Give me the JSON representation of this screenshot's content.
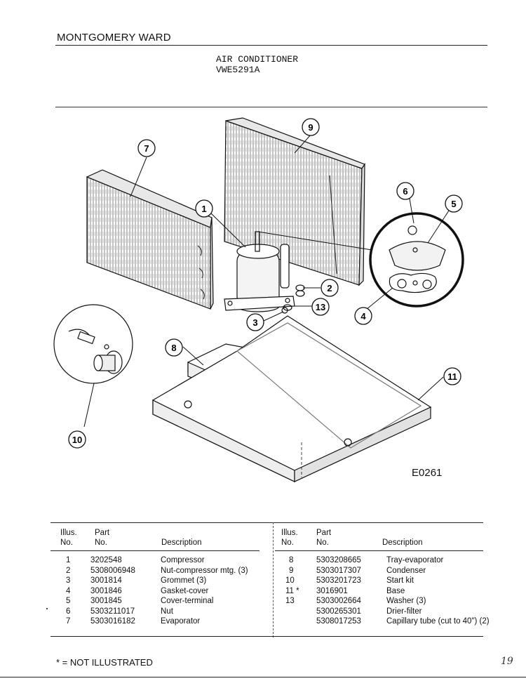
{
  "header": {
    "brand": "MONTGOMERY WARD",
    "title": "AIR CONDITIONER",
    "model": "VWE5291A"
  },
  "diagram": {
    "code": "E0261",
    "callouts": [
      "1",
      "2",
      "3",
      "4",
      "5",
      "6",
      "7",
      "8",
      "9",
      "10",
      "11",
      "13"
    ]
  },
  "parts_table": {
    "headers": {
      "illus_top": "Illus.",
      "illus_bottom": "No.",
      "part_top": "Part",
      "part_bottom": "No.",
      "description": "Description"
    },
    "left_rows": [
      {
        "illus": "1",
        "part": "3202548",
        "desc": "Compressor"
      },
      {
        "illus": "2",
        "part": "5308006948",
        "desc": "Nut-compressor mtg. (3)"
      },
      {
        "illus": "3",
        "part": "3001814",
        "desc": "Grommet (3)"
      },
      {
        "illus": "4",
        "part": "3001846",
        "desc": "Gasket-cover"
      },
      {
        "illus": "5",
        "part": "3001845",
        "desc": "Cover-terminal"
      },
      {
        "illus": "6",
        "part": "5303211017",
        "desc": "Nut"
      },
      {
        "illus": "7",
        "part": "5303016182",
        "desc": "Evaporator"
      }
    ],
    "right_rows": [
      {
        "illus": "8",
        "part": "5303208665",
        "desc": "Tray-evaporator"
      },
      {
        "illus": "9",
        "part": "5303017307",
        "desc": "Condenser"
      },
      {
        "illus": "10",
        "part": "5303201723",
        "desc": "Start kit"
      },
      {
        "illus": "11 *",
        "part": "3016901",
        "desc": "Base"
      },
      {
        "illus": "13",
        "part": "5303002664",
        "desc": "Washer (3)"
      },
      {
        "illus": "",
        "part": "5300265301",
        "desc": "Drier-filter"
      },
      {
        "illus": "",
        "part": "5308017253",
        "desc": "Capillary tube (cut to 40\") (2)"
      }
    ]
  },
  "footnote": "* = NOT ILLUSTRATED",
  "page_mark": "19"
}
